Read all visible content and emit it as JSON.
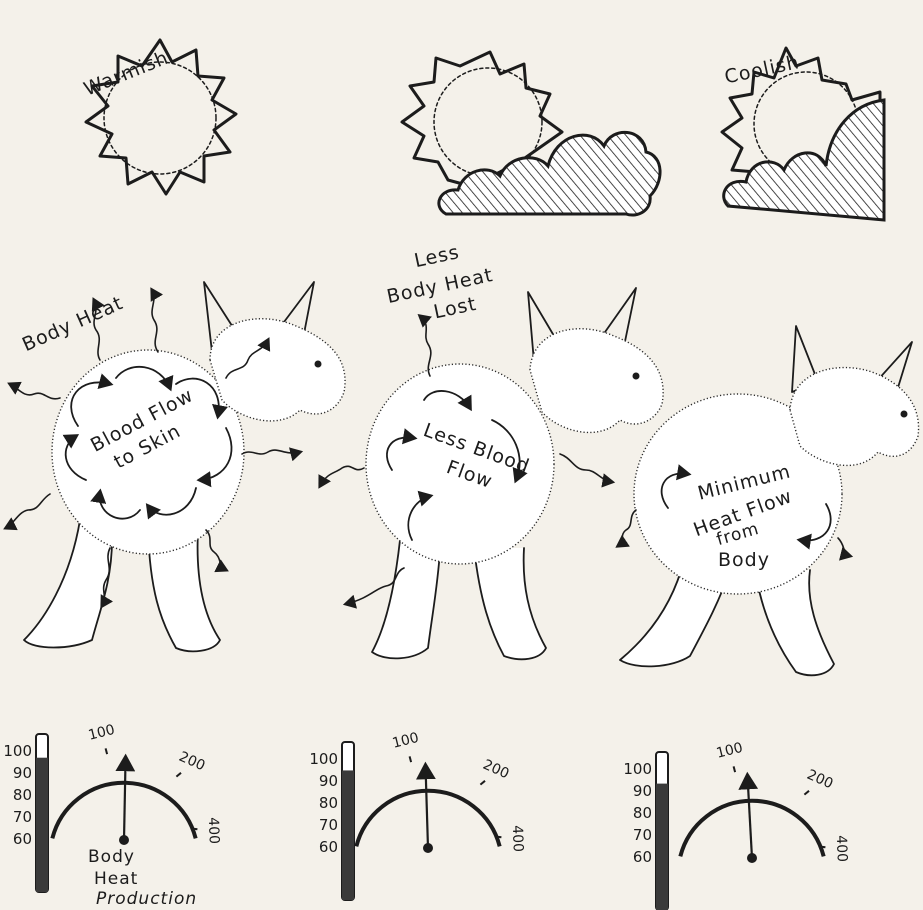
{
  "weather": {
    "warm_label": "Warmish",
    "cool_label": "Coolish"
  },
  "annotations": {
    "panel1_heat": "Body Heat",
    "panel1_flow_line1": "Blood Flow",
    "panel1_flow_line2": "to Skin",
    "panel2_heat_line1": "Less",
    "panel2_heat_line2": "Body Heat",
    "panel2_heat_line3": "Lost",
    "panel2_flow_line1": "Less Blood",
    "panel2_flow_line2": "Flow",
    "panel3_flow_line1": "Minimum",
    "panel3_flow_line2": "Heat Flow",
    "panel3_flow_line3": "from",
    "panel3_flow_line4": "Body"
  },
  "meters": [
    {
      "thermometer_ticks": [
        "100",
        "90",
        "80",
        "70",
        "60"
      ],
      "thermometer_level": 0.85,
      "gauge_ticks": [
        "100",
        "200",
        "400"
      ],
      "gauge_reading": 120,
      "caption_line1": "Body",
      "caption_line2": "Heat",
      "caption_line3": "Production"
    },
    {
      "thermometer_ticks": [
        "100",
        "90",
        "80",
        "70",
        "60"
      ],
      "thermometer_level": 0.82,
      "gauge_ticks": [
        "100",
        "200",
        "400"
      ],
      "gauge_reading": 110
    },
    {
      "thermometer_ticks": [
        "100",
        "90",
        "80",
        "70",
        "60"
      ],
      "thermometer_level": 0.8,
      "gauge_ticks": [
        "100",
        "200",
        "400"
      ],
      "gauge_reading": 105
    }
  ],
  "colors": {
    "ink": "#1c1c1c",
    "paper": "#f4f1ea",
    "mercury": "#3a3a3a"
  }
}
